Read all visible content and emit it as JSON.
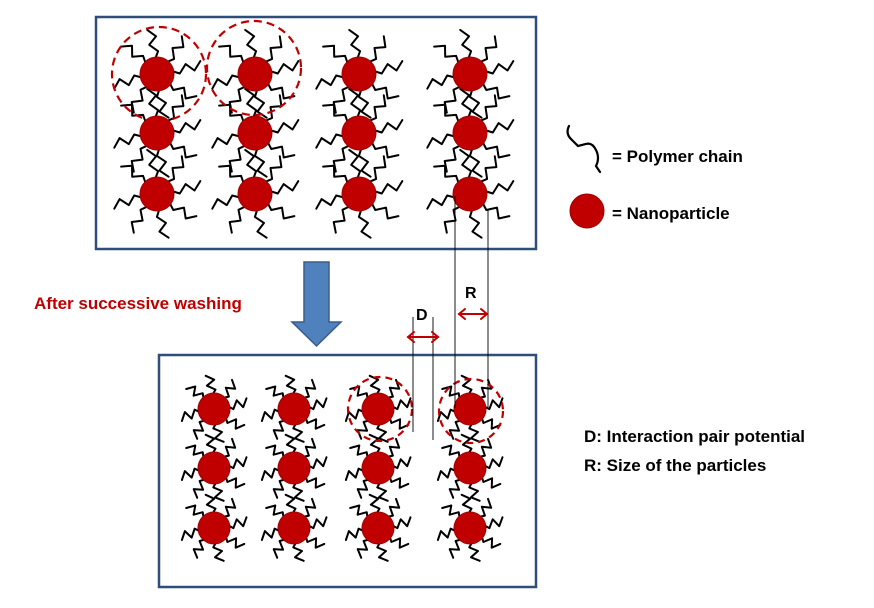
{
  "washing_label": "After successive washing",
  "legend": {
    "polymer_label": "= Polymer chain",
    "nanoparticle_label": "= Nanoparticle"
  },
  "dimensions": {
    "d_letter": "D",
    "r_letter": "R"
  },
  "definitions": {
    "d_line": "D: Interaction pair potential",
    "r_line": "R: Size of the particles"
  },
  "colors": {
    "particle": "#c00000",
    "particle_edge": "#a00000",
    "chain": "#000000",
    "frame": "#2f4d79",
    "arrow": "#4f81bd",
    "arrow_edge": "#385d8a",
    "accent_text": "#c00000",
    "dim_arrow": "#c00000"
  }
}
